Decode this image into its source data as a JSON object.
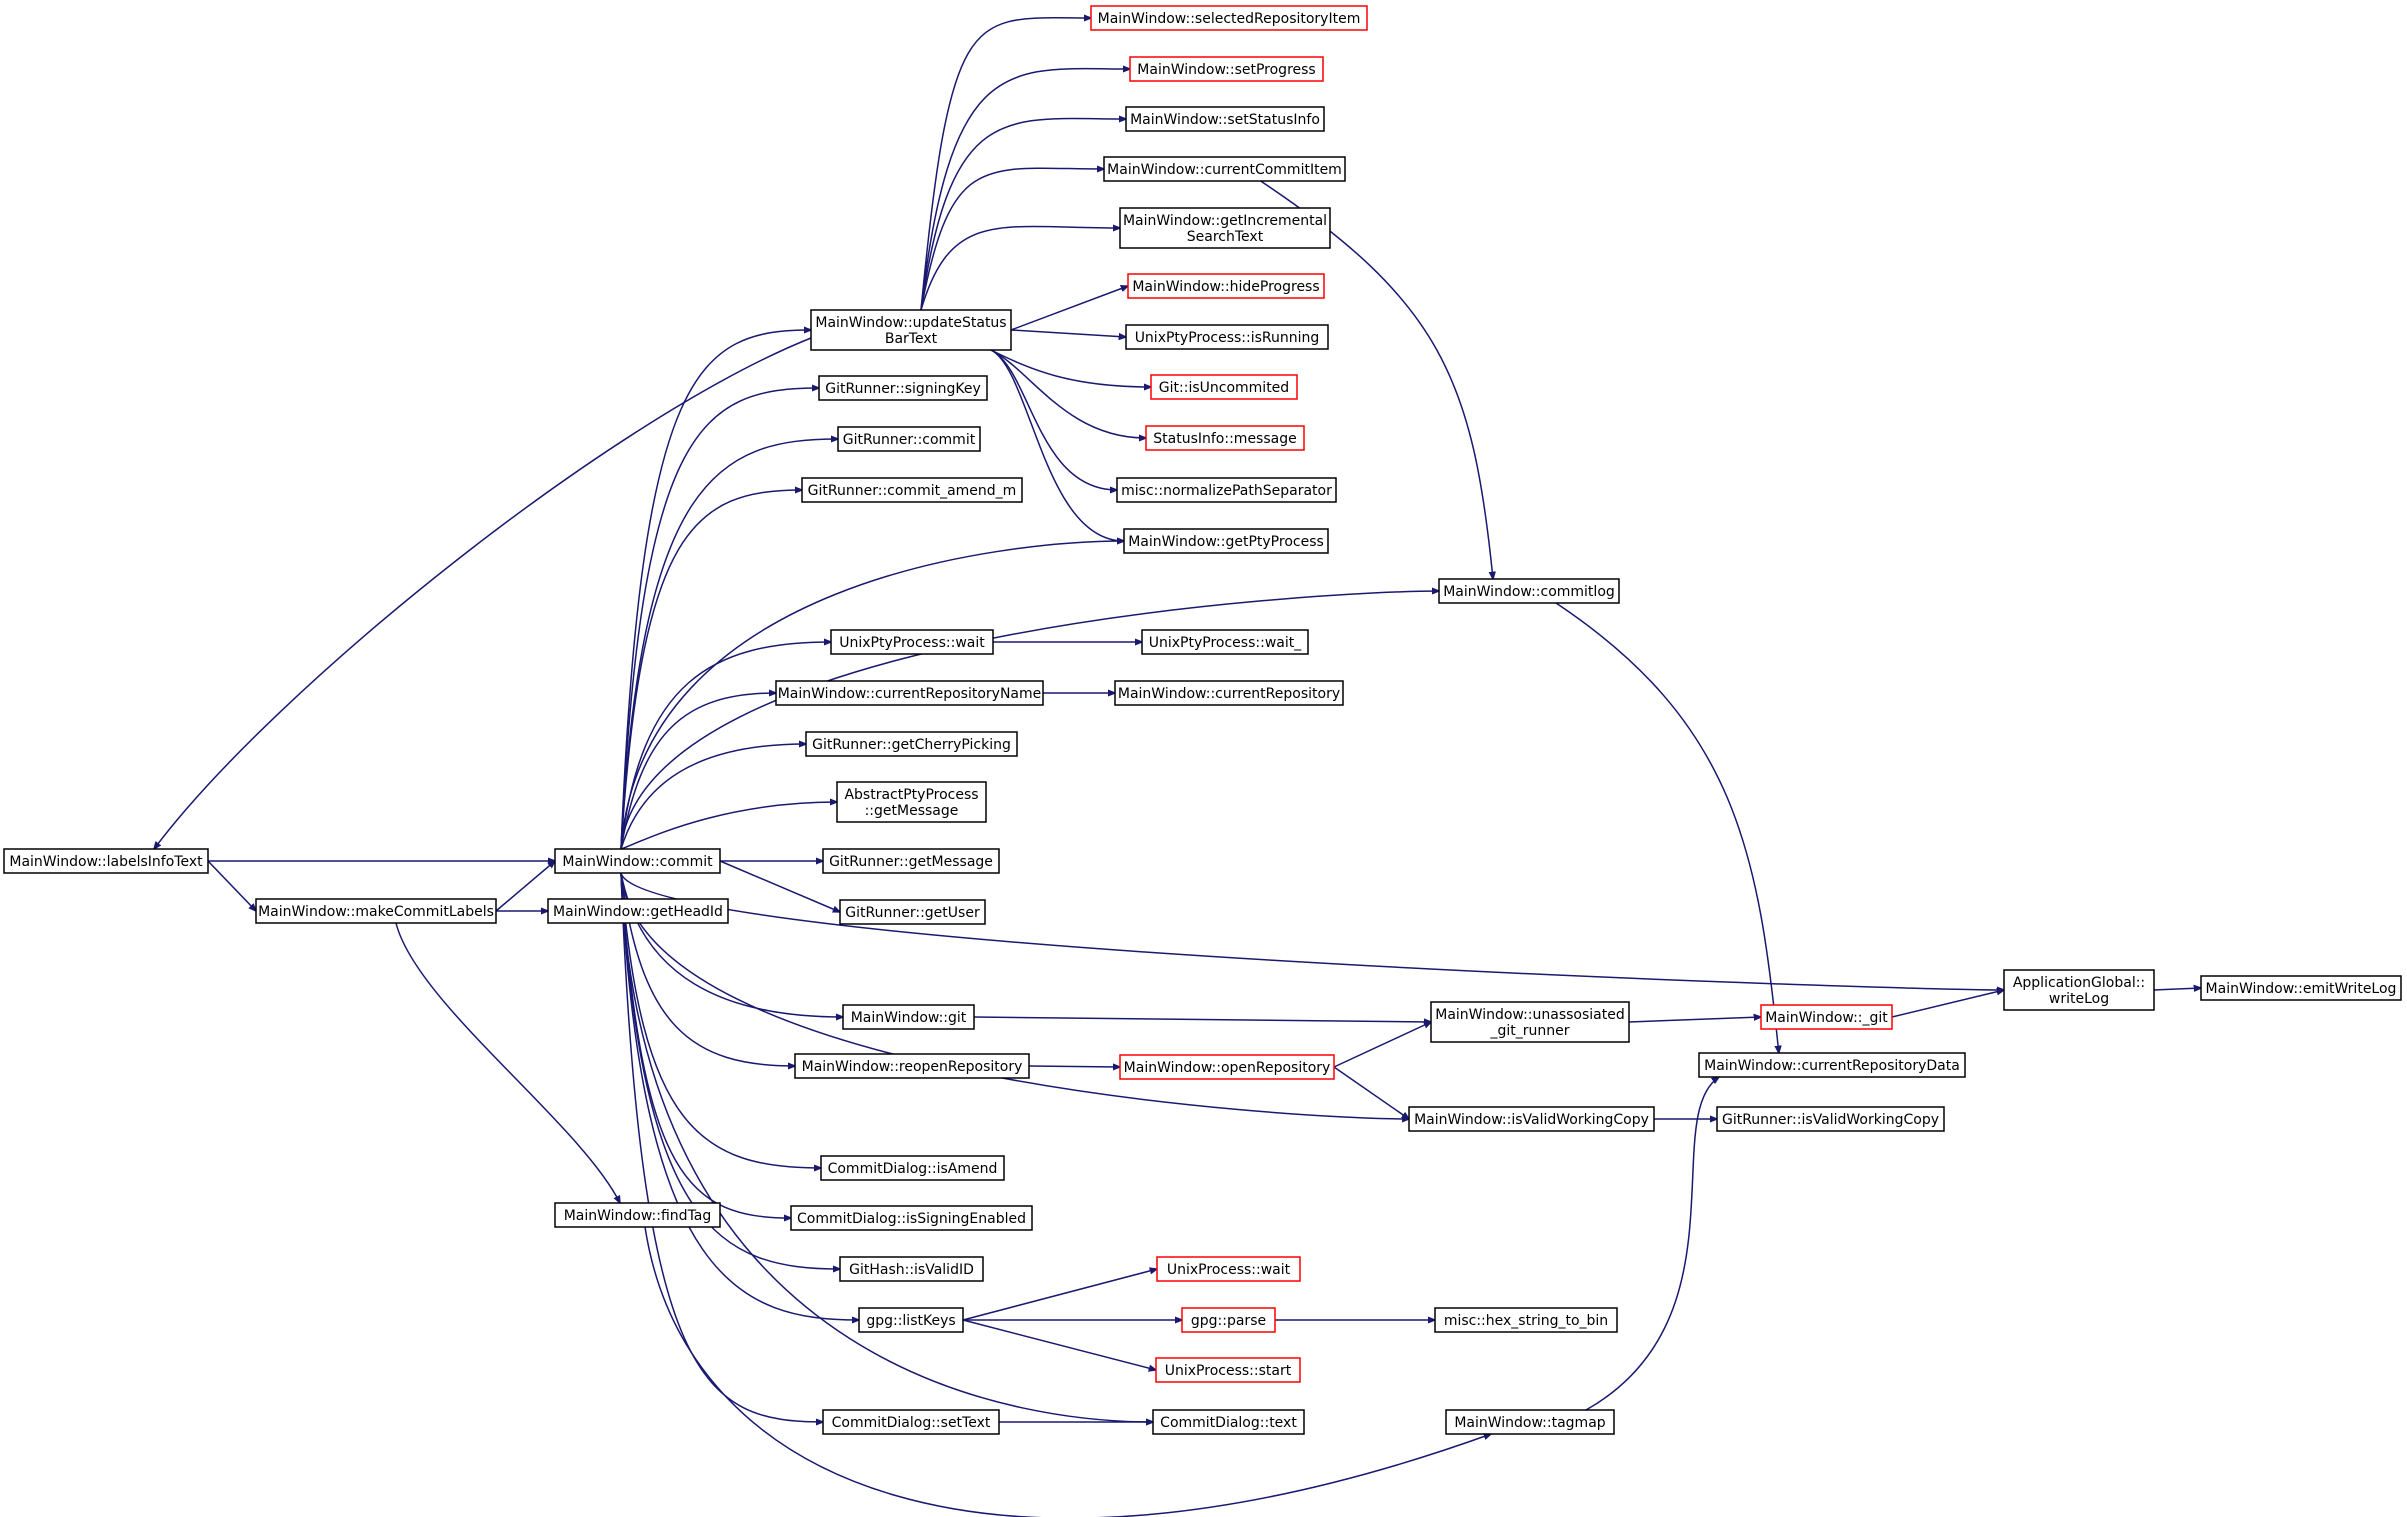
{
  "diagram": {
    "type": "call-graph",
    "colors": {
      "edge": "#191970",
      "normal_border": "#000000",
      "truncated_border": "#ff0000",
      "root_fill": "#bfbfbf",
      "fill": "#ffffff"
    },
    "nodes": [
      {
        "id": "labelsInfoText",
        "lines": [
          "MainWindow::labelsInfoText"
        ],
        "style": "root"
      },
      {
        "id": "updateStatusBarText",
        "lines": [
          "MainWindow::updateStatus",
          "BarText"
        ],
        "style": "normal"
      },
      {
        "id": "commit",
        "lines": [
          "MainWindow::commit"
        ],
        "style": "normal"
      },
      {
        "id": "makeCommitLabels",
        "lines": [
          "MainWindow::makeCommitLabels"
        ],
        "style": "normal"
      },
      {
        "id": "findTag",
        "lines": [
          "MainWindow::findTag"
        ],
        "style": "normal"
      },
      {
        "id": "getHeadId",
        "lines": [
          "MainWindow::getHeadId"
        ],
        "style": "normal"
      },
      {
        "id": "selectedRepositoryItem",
        "lines": [
          "MainWindow::selectedRepositoryItem"
        ],
        "style": "truncated"
      },
      {
        "id": "setProgress",
        "lines": [
          "MainWindow::setProgress"
        ],
        "style": "truncated"
      },
      {
        "id": "setStatusInfo",
        "lines": [
          "MainWindow::setStatusInfo"
        ],
        "style": "normal"
      },
      {
        "id": "currentCommitItem",
        "lines": [
          "MainWindow::currentCommitItem"
        ],
        "style": "normal"
      },
      {
        "id": "getIncrementalSearchText",
        "lines": [
          "MainWindow::getIncremental",
          "SearchText"
        ],
        "style": "normal"
      },
      {
        "id": "hideProgress",
        "lines": [
          "MainWindow::hideProgress"
        ],
        "style": "truncated"
      },
      {
        "id": "isRunning",
        "lines": [
          "UnixPtyProcess::isRunning"
        ],
        "style": "normal"
      },
      {
        "id": "isUncommited",
        "lines": [
          "Git::isUncommited"
        ],
        "style": "truncated"
      },
      {
        "id": "message",
        "lines": [
          "StatusInfo::message"
        ],
        "style": "truncated"
      },
      {
        "id": "normalizePathSeparator",
        "lines": [
          "misc::normalizePathSeparator"
        ],
        "style": "normal"
      },
      {
        "id": "getPtyProcess",
        "lines": [
          "MainWindow::getPtyProcess"
        ],
        "style": "normal"
      },
      {
        "id": "signingKey",
        "lines": [
          "GitRunner::signingKey"
        ],
        "style": "normal"
      },
      {
        "id": "grCommit",
        "lines": [
          "GitRunner::commit"
        ],
        "style": "normal"
      },
      {
        "id": "commitAmend",
        "lines": [
          "GitRunner::commit_amend_m"
        ],
        "style": "normal"
      },
      {
        "id": "commitlog",
        "lines": [
          "MainWindow::commitlog"
        ],
        "style": "normal"
      },
      {
        "id": "ptyWait",
        "lines": [
          "UnixPtyProcess::wait"
        ],
        "style": "normal"
      },
      {
        "id": "ptyWait_",
        "lines": [
          "UnixPtyProcess::wait_"
        ],
        "style": "normal"
      },
      {
        "id": "currentRepositoryName",
        "lines": [
          "MainWindow::currentRepositoryName"
        ],
        "style": "normal"
      },
      {
        "id": "currentRepository",
        "lines": [
          "MainWindow::currentRepository"
        ],
        "style": "normal"
      },
      {
        "id": "getCherryPicking",
        "lines": [
          "GitRunner::getCherryPicking"
        ],
        "style": "normal"
      },
      {
        "id": "abstractGetMessage",
        "lines": [
          "AbstractPtyProcess",
          "::getMessage"
        ],
        "style": "normal"
      },
      {
        "id": "grGetMessage",
        "lines": [
          "GitRunner::getMessage"
        ],
        "style": "normal"
      },
      {
        "id": "getUser",
        "lines": [
          "GitRunner::getUser"
        ],
        "style": "normal"
      },
      {
        "id": "writeLog",
        "lines": [
          "ApplicationGlobal::",
          "writeLog"
        ],
        "style": "normal"
      },
      {
        "id": "emitWriteLog",
        "lines": [
          "MainWindow::emitWriteLog"
        ],
        "style": "normal"
      },
      {
        "id": "mwGit",
        "lines": [
          "MainWindow::git"
        ],
        "style": "normal"
      },
      {
        "id": "unassosiated",
        "lines": [
          "MainWindow::unassosiated",
          "_git_runner"
        ],
        "style": "normal"
      },
      {
        "id": "_git",
        "lines": [
          "MainWindow::_git"
        ],
        "style": "truncated"
      },
      {
        "id": "currentRepositoryData",
        "lines": [
          "MainWindow::currentRepositoryData"
        ],
        "style": "normal"
      },
      {
        "id": "reopenRepository",
        "lines": [
          "MainWindow::reopenRepository"
        ],
        "style": "normal"
      },
      {
        "id": "openRepository",
        "lines": [
          "MainWindow::openRepository"
        ],
        "style": "truncated"
      },
      {
        "id": "isValidWorkingCopy",
        "lines": [
          "MainWindow::isValidWorkingCopy"
        ],
        "style": "normal"
      },
      {
        "id": "grIsValidWorkingCopy",
        "lines": [
          "GitRunner::isValidWorkingCopy"
        ],
        "style": "normal"
      },
      {
        "id": "isAmend",
        "lines": [
          "CommitDialog::isAmend"
        ],
        "style": "normal"
      },
      {
        "id": "isSigningEnabled",
        "lines": [
          "CommitDialog::isSigningEnabled"
        ],
        "style": "normal"
      },
      {
        "id": "isValidID",
        "lines": [
          "GitHash::isValidID"
        ],
        "style": "normal"
      },
      {
        "id": "listKeys",
        "lines": [
          "gpg::listKeys"
        ],
        "style": "normal"
      },
      {
        "id": "upWait",
        "lines": [
          "UnixProcess::wait"
        ],
        "style": "truncated"
      },
      {
        "id": "gpgParse",
        "lines": [
          "gpg::parse"
        ],
        "style": "truncated"
      },
      {
        "id": "hexStringToBin",
        "lines": [
          "misc::hex_string_to_bin"
        ],
        "style": "normal"
      },
      {
        "id": "upStart",
        "lines": [
          "UnixProcess::start"
        ],
        "style": "truncated"
      },
      {
        "id": "setText",
        "lines": [
          "CommitDialog::setText"
        ],
        "style": "normal"
      },
      {
        "id": "cdText",
        "lines": [
          "CommitDialog::text"
        ],
        "style": "normal"
      },
      {
        "id": "tagmap",
        "lines": [
          "MainWindow::tagmap"
        ],
        "style": "normal"
      }
    ]
  }
}
